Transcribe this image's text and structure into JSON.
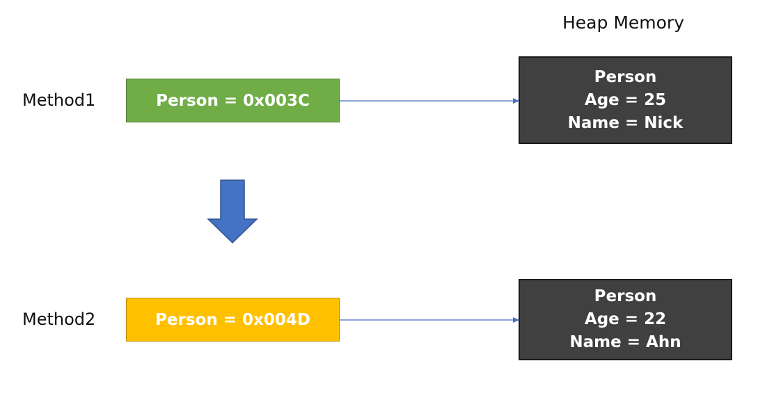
{
  "heap": {
    "title": "Heap Memory",
    "objects": [
      {
        "type": "Person",
        "age": "Age = 25",
        "name": "Name = Nick"
      },
      {
        "type": "Person",
        "age": "Age = 22",
        "name": "Name = Ahn"
      }
    ]
  },
  "methods": [
    {
      "label": "Method1",
      "reference": "Person = 0x003C",
      "color": "#70AD47"
    },
    {
      "label": "Method2",
      "reference": "Person = 0x004D",
      "color": "#FFC000"
    }
  ],
  "colors": {
    "heap_box": "#404040",
    "connector": "#4472C4",
    "transition_arrow": "#4472C4"
  },
  "icons": {
    "transition": "down-arrow-icon"
  }
}
